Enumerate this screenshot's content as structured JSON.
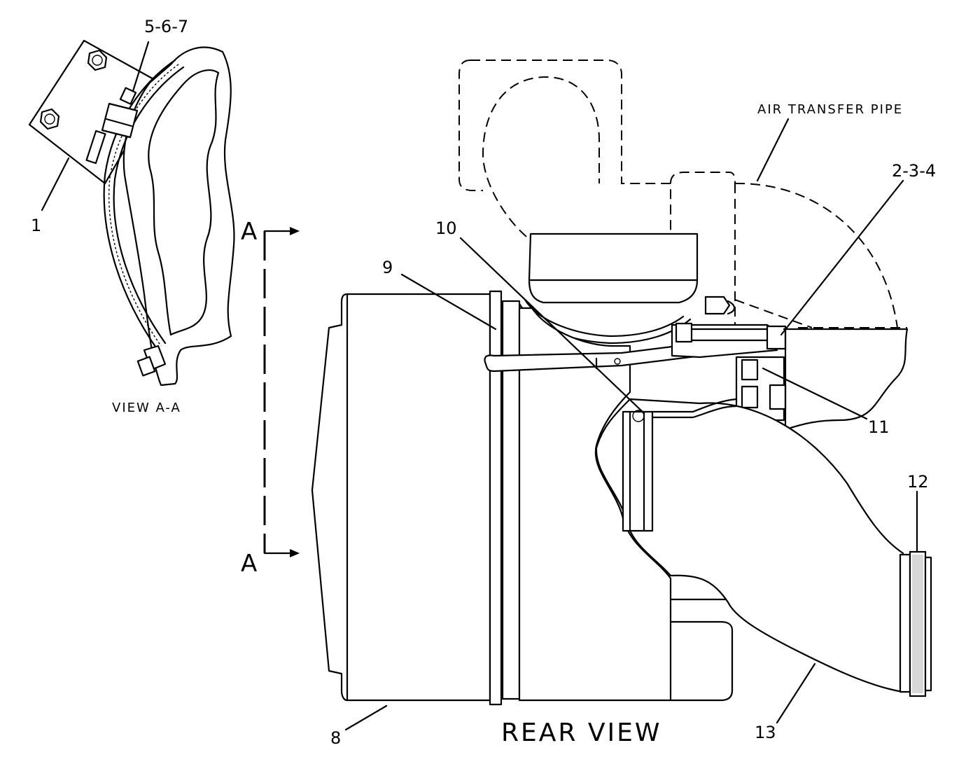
{
  "diagram": {
    "labels": {
      "part_1": "1",
      "part_5_6_7": "5-6-7",
      "part_2_3_4": "2-3-4",
      "part_8": "8",
      "part_9": "9",
      "part_10": "10",
      "part_11": "11",
      "part_12": "12",
      "part_13": "13",
      "air_transfer_pipe": "AIR TRANSFER PIPE",
      "section_top": "A",
      "section_bottom": "A",
      "view_aa": "VIEW A-A",
      "rear_view": "REAR VIEW"
    }
  }
}
